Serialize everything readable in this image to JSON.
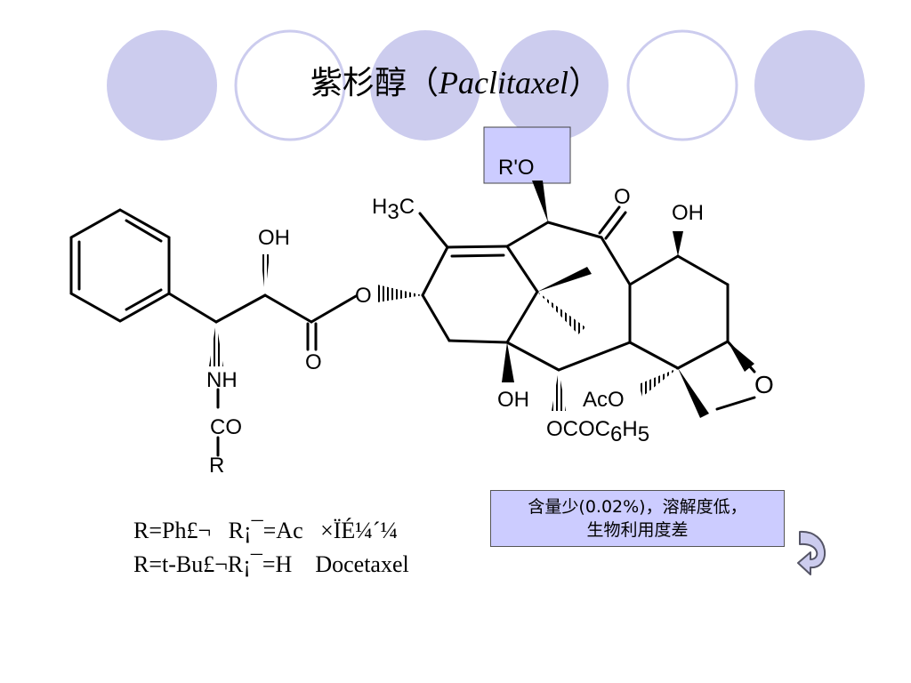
{
  "title": {
    "chinese": "紫杉醇（",
    "latin": "Paclitaxel",
    "close": "）"
  },
  "structure": {
    "r_prime_o": "R'O",
    "h3c": {
      "main": "H",
      "sub": "3",
      "tail": "C"
    },
    "oh_side_chain": "OH",
    "o_ester": "O",
    "o_carbonyl": "O",
    "nh": "NH",
    "co": "CO",
    "r": "R",
    "o_ketone": "O",
    "oh_top_right": "OH",
    "oh_bottom": "OH",
    "aco": "AcO",
    "o_oxetane": "O",
    "ococ6h5": {
      "a": "OCOC",
      "sub1": "6",
      "b": "H",
      "sub2": "5"
    }
  },
  "r_lines": [
    {
      "text": "R=Ph£¬   R¡¯=Ac   ×ÏÉ¼´¼"
    },
    {
      "text": "R=t-Bu£¬R¡¯=H    Docetaxel"
    }
  ],
  "note": {
    "line1": "含量少(0.02%)，溶解度低，",
    "line2": "生物利用度差"
  },
  "colors": {
    "circle_fill": "#ccccee",
    "circle_stroke": "#ccccee",
    "box_fill": "#ccccff"
  }
}
